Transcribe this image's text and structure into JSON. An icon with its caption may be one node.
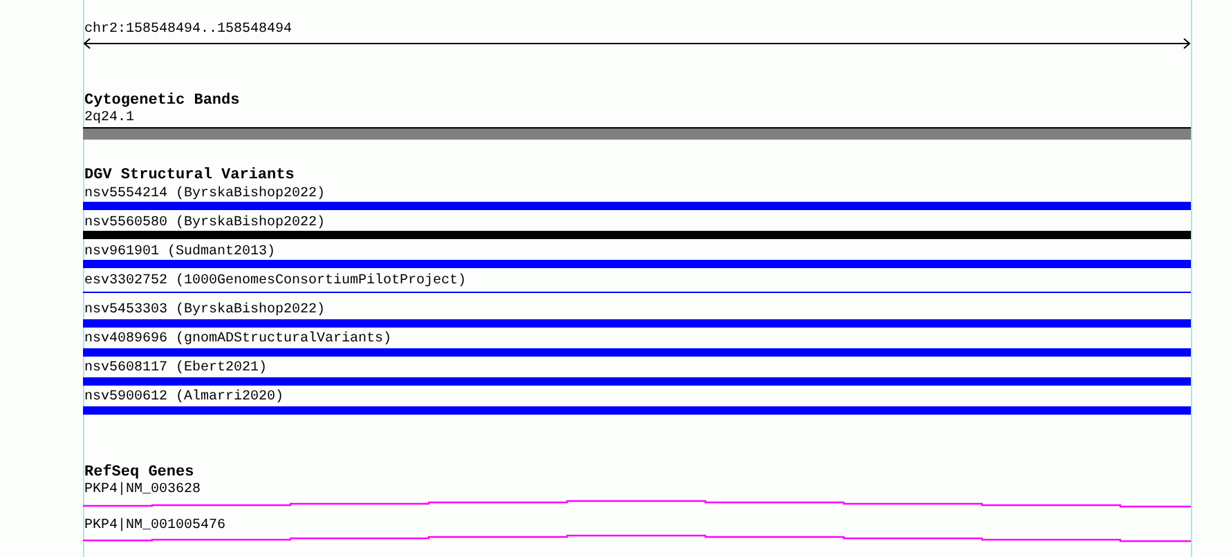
{
  "diagram": {
    "labels": [
      "chr2:158548494..158548494",
      "Cytogenetic Bands",
      "2q24.1",
      "DGV Structural Variants",
      "nsv5554214 (ByrskaBishop2022)",
      "nsv5560580 (ByrskaBishop2022)",
      "nsv961901 (Sudmant2013)",
      "esv3302752 (1000GenomesConsortiumPilotProject)",
      "nsv5453303 (ByrskaBishop2022)",
      "nsv4089696 (gnomADStructuralVariants)",
      "nsv5608117 (Ebert2021)",
      "nsv5900612 (Almarri2020)",
      "RefSeq Genes",
      "PKP4|NM_003628",
      "PKP4|NM_001005476"
    ]
  }
}
